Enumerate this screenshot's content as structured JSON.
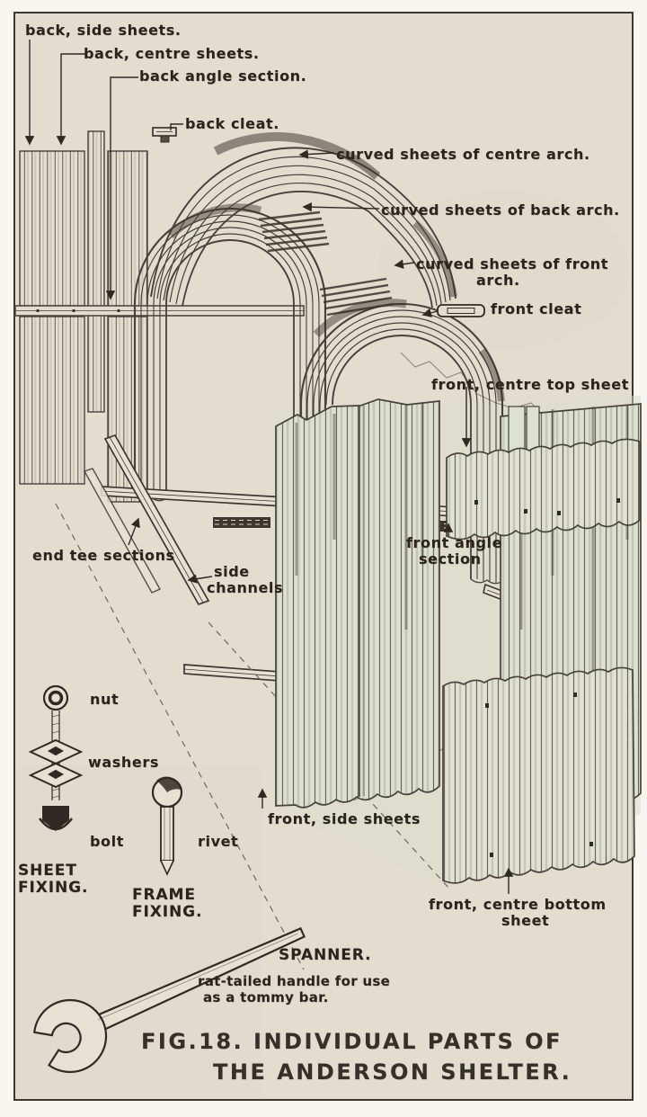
{
  "figure": {
    "caption_line1": "FIG.18. INDIVIDUAL PARTS OF",
    "caption_line2": "THE ANDERSON SHELTER."
  },
  "part_labels": {
    "back_side_sheets": "back, side sheets.",
    "back_centre_sheets": "back, centre sheets.",
    "back_angle_section": "back angle section.",
    "back_cleat": "back cleat.",
    "curved_centre_arch": "curved sheets of centre arch.",
    "curved_back_arch": "curved sheets of back arch.",
    "curved_front_arch_l1": "curved sheets of front",
    "curved_front_arch_l2": "arch.",
    "front_cleat": "front cleat",
    "front_centre_top_sheet": "front, centre top sheet",
    "front_angle_l1": "front angle",
    "front_angle_l2": "section",
    "end_tee_sections": "end tee sections",
    "side_channels_l1": "side",
    "side_channels_l2": "channels",
    "front_side_sheets": "front, side sheets",
    "front_centre_bottom_l1": "front, centre bottom",
    "front_centre_bottom_l2": "sheet"
  },
  "fixing_labels": {
    "nut": "nut",
    "washers": "washers",
    "bolt": "bolt",
    "sheet_fixing_l1": "SHEET",
    "sheet_fixing_l2": "FIXING.",
    "rivet": "rivet",
    "frame_fixing_l1": "FRAME",
    "frame_fixing_l2": "FIXING."
  },
  "spanner_labels": {
    "name": "SPANNER.",
    "note_l1": "rat-tailed handle for use",
    "note_l2": "as a tommy bar."
  },
  "icons": {
    "back_cleat": "small-angle-bracket",
    "front_cleat": "elongated-slotted-plate",
    "nut": "hex-nut-with-hole",
    "washers": "two-square-washers",
    "bolt": "square-head-bolt",
    "rivet": "round-head-rivet",
    "spanner": "open-end-wrench"
  },
  "colors": {
    "margin": "#f7f5ee",
    "paper": "#e2ddcf",
    "panel_tint": "#dde1d1",
    "ink_dark": "#2f2a23",
    "line": "#46413a",
    "frame_border": "#3c3830"
  }
}
